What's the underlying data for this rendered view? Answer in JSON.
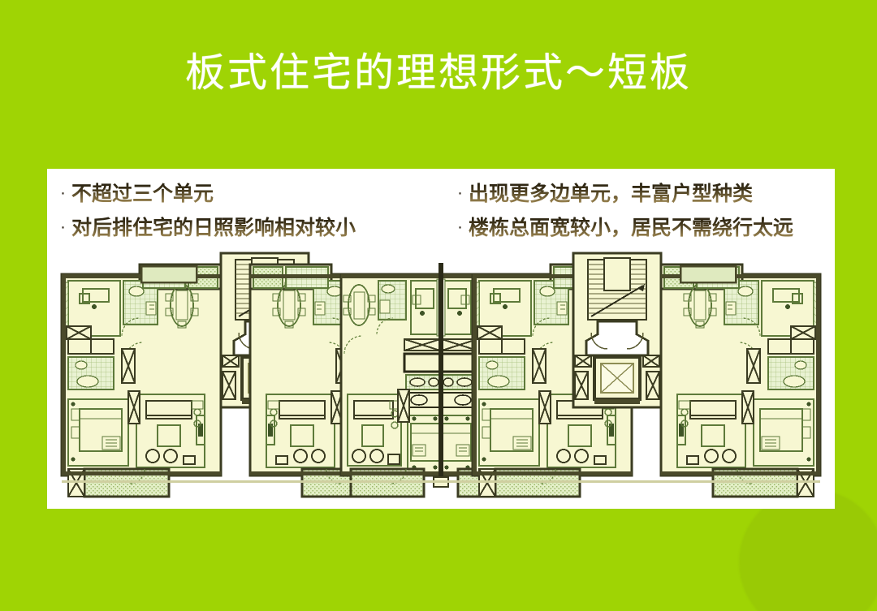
{
  "slide": {
    "background_color": "#9fd404",
    "title": "板式住宅的理想形式～短板",
    "title_color": "#ffffff"
  },
  "panel": {
    "background_color": "#ffffff",
    "bullet_marker": "·",
    "columns": [
      {
        "side": "left",
        "bullets": [
          "不超过三个单元",
          "对后排住宅的日照影响相对较小"
        ]
      },
      {
        "side": "right",
        "bullets": [
          "出现更多边单元，丰富户型种类",
          "楼栋总面宽较小，居民不需绕行太远"
        ]
      }
    ]
  },
  "floorplan": {
    "name": "residential-slab-building-floor-plan",
    "description": "三单元板式住宅标准层平面图",
    "unit_count": 3,
    "core_count": 2,
    "colors": {
      "room_fill": "#f7f7d2",
      "wall_dark": "#4a4a2a",
      "wall_mid": "#6e7a42",
      "line_green": "#5e7a3a",
      "hatch_green": "#cfe0a8",
      "tile_green": "#dcebbd",
      "outline": "#3b3c22"
    }
  }
}
